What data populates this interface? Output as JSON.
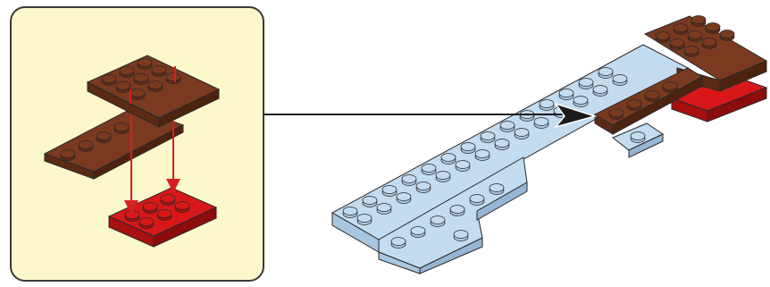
{
  "diagram": {
    "type": "brick-build-step",
    "callout": {
      "background": "#fcf8cc",
      "border": "#3a3a36",
      "parts": [
        "brown-l-plate",
        "brown-top-plate",
        "red-2x3-plate"
      ],
      "arrows": [
        "attach-left",
        "attach-right",
        "short-marker-left",
        "short-marker-right"
      ]
    },
    "connector": {
      "shape": "arrow",
      "color": "#1a1a1a"
    },
    "colors": {
      "blue_plate": "#c3dcf0",
      "blue_plate_side": "#a9c6e0",
      "brown_plate": "#7a3a1f",
      "brown_plate_side": "#5c2a14",
      "red_plate": "#d81818",
      "red_plate_side": "#a80f0f",
      "arrow_red": "#d42020",
      "outline": "#2a2a2a"
    }
  }
}
